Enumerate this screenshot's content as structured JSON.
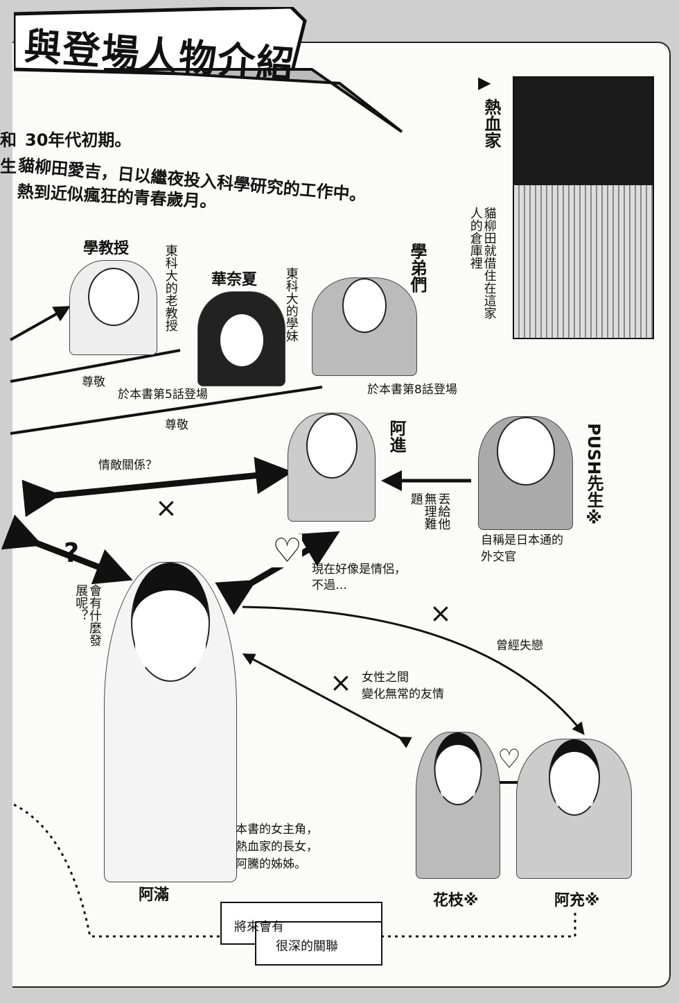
{
  "title": "與登場人物介紹",
  "intro": {
    "line1_prefix": "和",
    "line1": "30年代初期。",
    "line2_prefix": "生",
    "line2": "貓柳田愛吉，日以繼夜投入科學研究的工作中。",
    "line3": "熱到近似瘋狂的青春歲月。"
  },
  "house": {
    "name": "熱血家",
    "description": "貓柳田就借住在這家人的倉庫裡"
  },
  "characters": {
    "professor": {
      "name": "學教授",
      "description": "東科大的老教授"
    },
    "hanako": {
      "name": "華奈夏",
      "description": "東科大的學妹"
    },
    "juniors": {
      "name": "學弟們"
    },
    "susumu": {
      "name": "阿進"
    },
    "push": {
      "name": "PUSH先生※",
      "description": "自稱是日本通的外交官"
    },
    "mitsuru": {
      "name": "阿滿",
      "description_lines": [
        "本書的女主角，",
        "熱血家的長女，",
        "阿騰的姊姊。"
      ]
    },
    "hanae": {
      "name": "花枝※"
    },
    "atsushi": {
      "name": "阿充※"
    }
  },
  "relations": {
    "respect1": "尊敬",
    "respect2": "尊敬",
    "appear5": "於本書第5話登場",
    "appear8": "於本書第8話登場",
    "rival": "情敵關係？",
    "trouble": "丟給他無理難題",
    "lovers_lines": [
      "現在好像是情侶，",
      "不過…"
    ],
    "development": "會有什麼發展呢？",
    "heartbreak": "曾經失戀",
    "friendship_lines": [
      "女性之間",
      "變化無常的友情"
    ],
    "future_lines": [
      "將來會有",
      "很深的關聯"
    ]
  },
  "symbols": {
    "cross": "×",
    "question": "?",
    "heart": "♡",
    "triangle": "▶"
  }
}
